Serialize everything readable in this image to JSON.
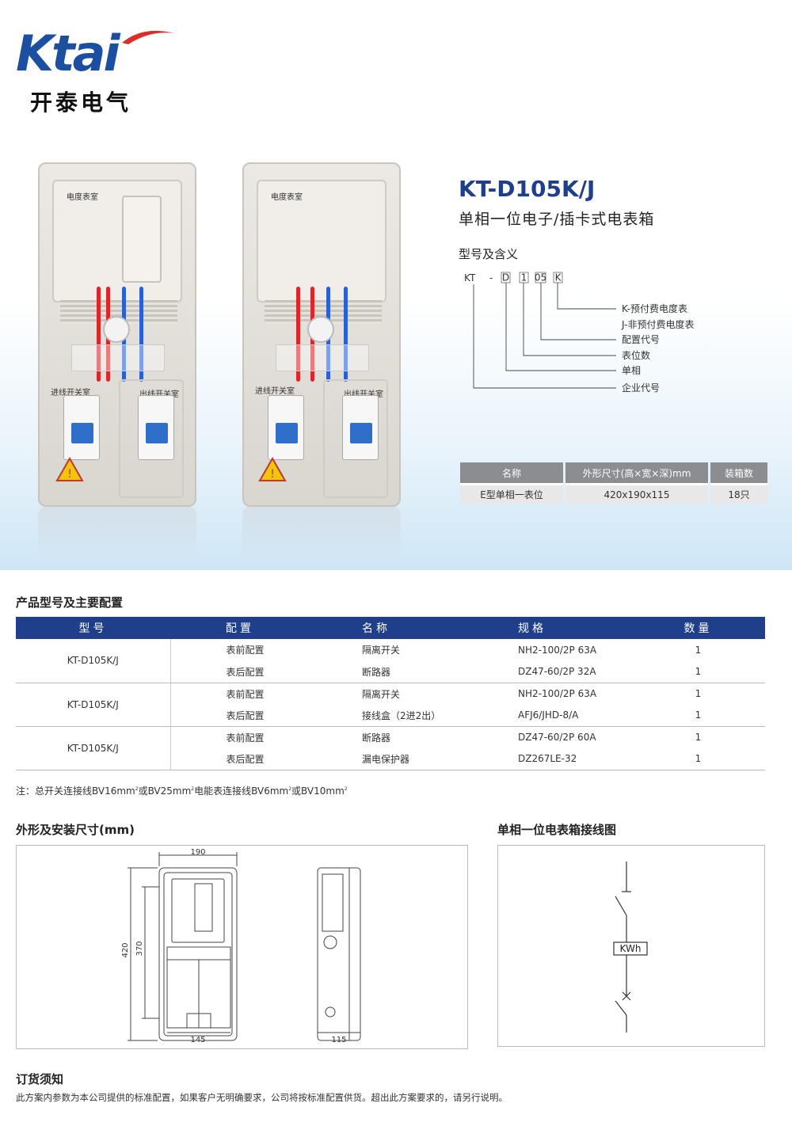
{
  "brand": {
    "logo_word": "Ktai",
    "logo_cn": "开泰电气",
    "color": "#1d4fa0",
    "swoosh_color": "#d9302a"
  },
  "photo_labels": {
    "meter_room": "电度表室",
    "in_room": "进线开关室",
    "out_room": "出线开关室"
  },
  "product": {
    "title": "KT-D105K/J",
    "subtitle": "单相一位电子/插卡式电表箱",
    "model_heading": "型号及含义",
    "code": {
      "prefix": "KT",
      "dash": "-",
      "parts": [
        "D",
        "1",
        "05",
        "K"
      ]
    },
    "meanings": [
      "K-预付费电度表",
      "J-非预付费电度表",
      "配置代号",
      "表位数",
      "单相",
      "企业代号"
    ]
  },
  "spec_table": {
    "headers": [
      "名称",
      "外形尺寸(高×宽×深)mm",
      "装箱数"
    ],
    "row": [
      "E型单相一表位",
      "420x190x115",
      "18只"
    ]
  },
  "config_section": {
    "title": "产品型号及主要配置",
    "headers": [
      "型号",
      "配置",
      "名称",
      "规格",
      "数量"
    ],
    "groups": [
      {
        "model": "KT-D105K/J",
        "rows": [
          [
            "表前配置",
            "隔离开关",
            "NH2-100/2P 63A",
            "1"
          ],
          [
            "表后配置",
            "断路器",
            "DZ47-60/2P 32A",
            "1"
          ]
        ]
      },
      {
        "model": "KT-D105K/J",
        "rows": [
          [
            "表前配置",
            "隔离开关",
            "NH2-100/2P 63A",
            "1"
          ],
          [
            "表后配置",
            "接线盒（2进2出）",
            "AFJ6/JHD-8/A",
            "1"
          ]
        ]
      },
      {
        "model": "KT-D105K/J",
        "rows": [
          [
            "表前配置",
            "断路器",
            "DZ47-60/2P 60A",
            "1"
          ],
          [
            "表后配置",
            "漏电保护器",
            "DZ267LE-32",
            "1"
          ]
        ]
      }
    ]
  },
  "note": {
    "t1": "注：总开关连接线BV16mm",
    "t2": "或BV25mm",
    "t3": "电能表连接线BV6mm",
    "t4": "或BV10mm",
    "sup": "2"
  },
  "dimensions": {
    "title": "外形及安装尺寸(mm)",
    "width": "190",
    "height": "420",
    "inner_height": "370",
    "bottom": "145",
    "depth": "115"
  },
  "wiring": {
    "title": "单相一位电表箱接线图",
    "meter_label": "KWh"
  },
  "order": {
    "title": "订货须知",
    "text": "此方案内参数为本公司提供的标准配置，如果客户无明确要求，公司将按标准配置供货。超出此方案要求的，请另行说明。"
  }
}
